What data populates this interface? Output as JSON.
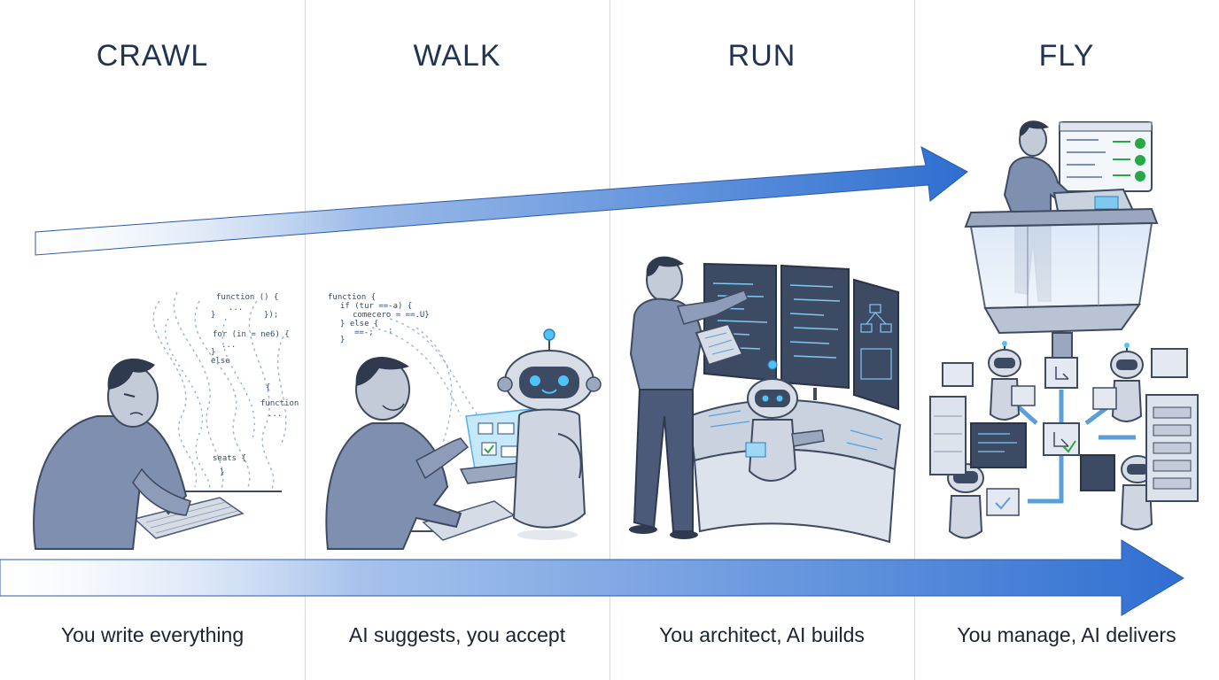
{
  "stages": [
    {
      "title": "CRAWL",
      "caption": "You write everything"
    },
    {
      "title": "WALK",
      "caption": "AI suggests, you accept"
    },
    {
      "title": "RUN",
      "caption": "You architect, AI builds"
    },
    {
      "title": "FLY",
      "caption": "You manage, AI delivers"
    }
  ],
  "code_snippets": {
    "crawl": [
      "function () {",
      "...",
      "}",
      "});",
      "for (in = ne6) {",
      "...",
      "}",
      "else",
      "{",
      "function",
      "...",
      "}",
      "seats {",
      "}"
    ],
    "walk": [
      "function {",
      "if (tur ==-a) {",
      "comecero = ==.U}",
      "} else {",
      ";",
      "==-;",
      "}"
    ]
  },
  "colors": {
    "arrow": "#2f6fd1",
    "arrow_light": "#eaf1fb",
    "accent_glow": "#4fc3f7",
    "figure": "#7f8fb0",
    "figure_dark": "#4b5a78",
    "check": "#27a844"
  }
}
